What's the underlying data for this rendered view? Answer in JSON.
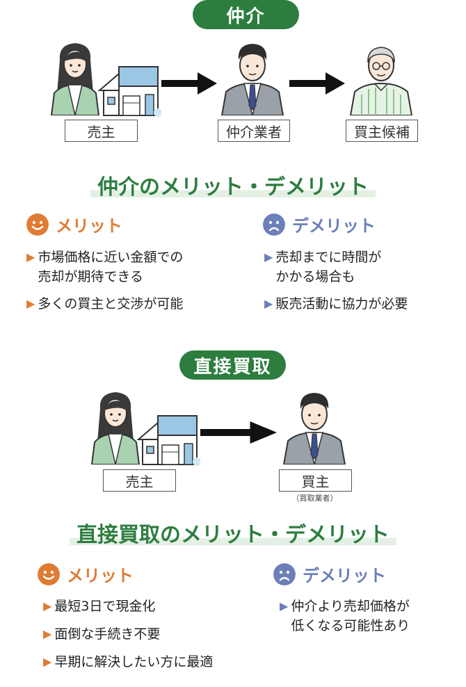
{
  "top": {
    "pill": "仲介",
    "seller_label": "売主",
    "broker_label": "仲介業者",
    "buyer_label": "買主候補"
  },
  "top_section": {
    "title": "仲介のメリット・デメリット",
    "merit_heading": "メリット",
    "demerit_heading": "デメリット",
    "merits": [
      "市場価格に近い金額での\n売却が期待できる",
      "多くの買主と交渉が可能"
    ],
    "demerits": [
      "売却までに時間が\nかかる場合も",
      "販売活動に協力が必要"
    ]
  },
  "bottom": {
    "pill": "直接買取",
    "seller_label": "売主",
    "buyer_label": "買主",
    "buyer_sublabel": "（買取業者）"
  },
  "bottom_section": {
    "title": "直接買取のメリット・デメリット",
    "merit_heading": "メリット",
    "demerit_heading": "デメリット",
    "merits": [
      "最短3日で現金化",
      "面倒な手続き不要",
      "早期に解決したい方に最適"
    ],
    "demerits": [
      "仲介より売却価格が\n低くなる可能性あり"
    ]
  },
  "colors": {
    "green": "#2d7d3f",
    "merit_orange": "#e07b34",
    "demerit_blue": "#6b7fb8"
  }
}
